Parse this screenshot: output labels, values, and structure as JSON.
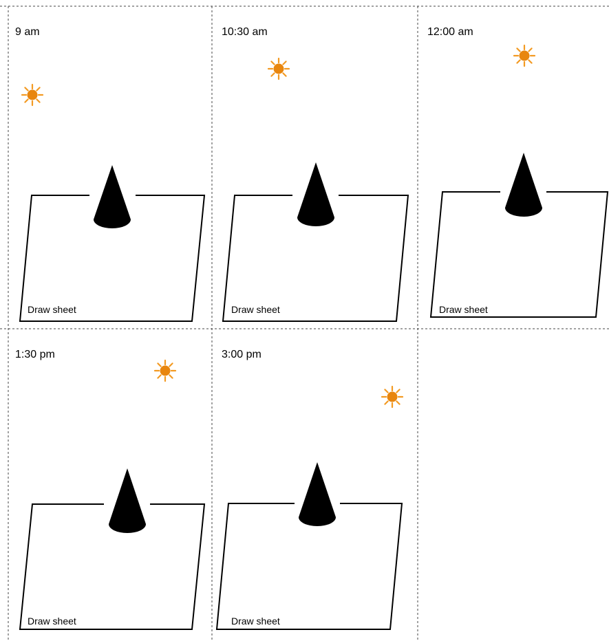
{
  "panels": [
    {
      "time_label": "9 am",
      "sheet_label": "Draw sheet"
    },
    {
      "time_label": "10:30 am",
      "sheet_label": "Draw sheet"
    },
    {
      "time_label": "12:00 am",
      "sheet_label": "Draw sheet"
    },
    {
      "time_label": "1:30 pm",
      "sheet_label": "Draw sheet"
    },
    {
      "time_label": "3:00 pm",
      "sheet_label": "Draw sheet"
    }
  ],
  "colors": {
    "sun": "#F39A22",
    "sun_core": "#E8860F",
    "cone": "#000000",
    "divider": "#444444"
  },
  "icons": {
    "sun": "sun-icon",
    "cone": "cone-object"
  }
}
